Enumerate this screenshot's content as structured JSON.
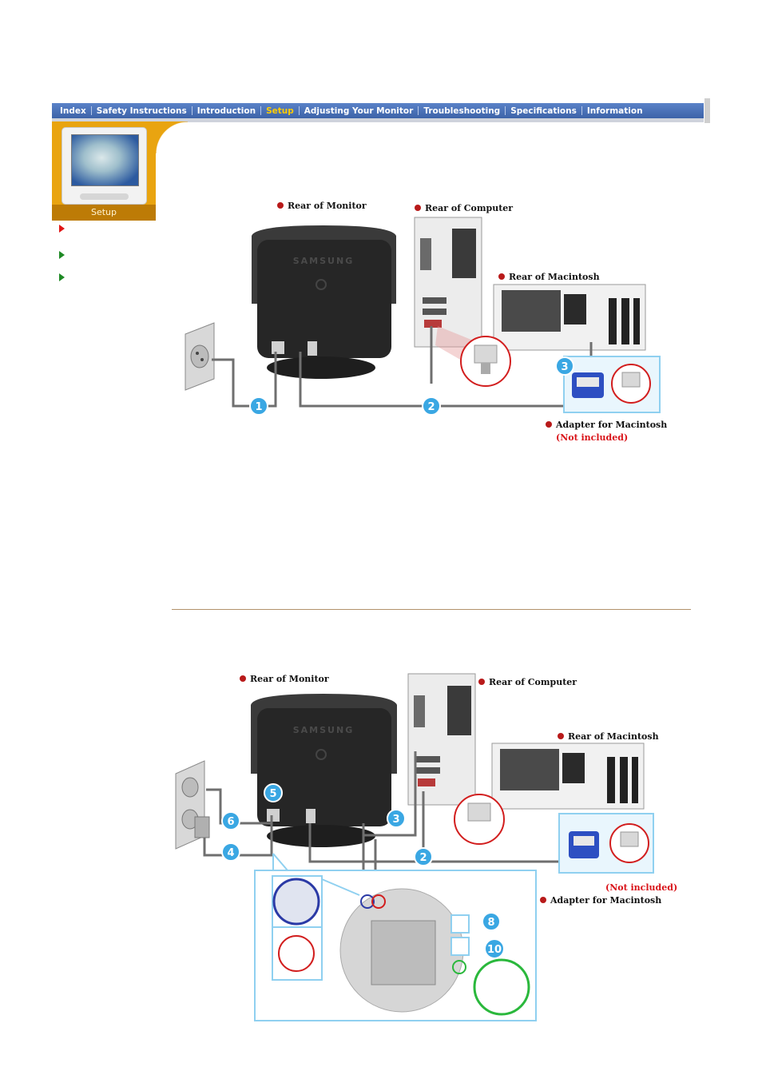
{
  "nav": {
    "items": [
      "Index",
      "Safety Instructions",
      "Introduction",
      "Setup",
      "Adjusting Your Monitor",
      "Troubleshooting",
      "Specifications",
      "Information"
    ],
    "active": "Setup"
  },
  "sidebar": {
    "section_label": "Setup"
  },
  "diagram1": {
    "labels": {
      "rear_monitor": "Rear of Monitor",
      "rear_computer": "Rear of Computer",
      "rear_macintosh": "Rear of  Macintosh",
      "adapter": "Adapter for Macintosh",
      "not_included": "(Not included)"
    },
    "brand": "SAMSUNG",
    "callouts": [
      "1",
      "2",
      "3"
    ]
  },
  "diagram2": {
    "labels": {
      "rear_monitor": "Rear of Monitor",
      "rear_computer": "Rear of Computer",
      "rear_macintosh": "Rear of  Macintosh",
      "not_included": "(Not included)",
      "adapter": "Adapter for Macintosh"
    },
    "brand": "SAMSUNG",
    "callouts": [
      "5",
      "6",
      "3",
      "4",
      "2",
      "8",
      "10"
    ]
  },
  "colors": {
    "nav_bg": "#4a72b8",
    "nav_active": "#ffcc00",
    "panel_orange": "#e9a410",
    "callout_blue": "#3aa7e3",
    "highlight_blue": "#8fd0f0",
    "warning_red": "#d9141a"
  }
}
